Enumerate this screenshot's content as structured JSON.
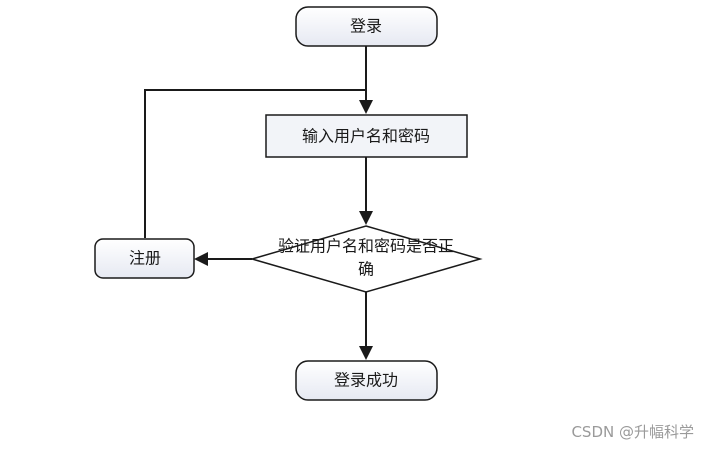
{
  "diagram": {
    "start": {
      "label": "登录"
    },
    "input": {
      "label": "输入用户名和密码"
    },
    "decision": {
      "line1": "验证用户名和密码是否正",
      "line2": "确"
    },
    "register": {
      "label": "注册"
    },
    "success": {
      "label": "登录成功"
    }
  },
  "watermark": "CSDN @升幅科学",
  "colors": {
    "stroke": "#1a1a1a",
    "terminal_fill_top": "#ffffff",
    "terminal_fill_bottom": "#e6e9f2",
    "process_fill": "#f2f4f8",
    "decision_fill": "#ffffff"
  }
}
